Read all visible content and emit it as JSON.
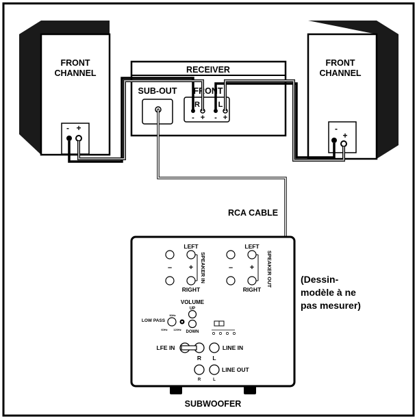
{
  "speakers": {
    "left": {
      "label_line1": "FRONT",
      "label_line2": "CHANNEL",
      "minus": "-",
      "plus": "+"
    },
    "right": {
      "label_line1": "FRONT",
      "label_line2": "CHANNEL",
      "minus": "-",
      "plus": "+"
    }
  },
  "receiver": {
    "title": "RECEIVER",
    "sub_out": "SUB-OUT",
    "front": "FRONT",
    "r": "R",
    "l": "L",
    "minus": "-",
    "plus": "+"
  },
  "cable": {
    "label": "RCA CABLE"
  },
  "subwoofer": {
    "title": "SUBWOOFER",
    "speaker_in": {
      "left": "LEFT",
      "right": "RIGHT",
      "minus": "–",
      "plus": "+",
      "vertical": "SPEAKER IN"
    },
    "speaker_out": {
      "left": "LEFT",
      "right": "RIGHT",
      "minus": "–",
      "plus": "+",
      "vertical": "SPEAKER OUT"
    },
    "volume": {
      "label": "VOLUME",
      "up": "UP",
      "down": "DOWN"
    },
    "low_pass": {
      "label": "LOW PASS",
      "f1": "60Hz",
      "f2": "120Hz",
      "f3": "90Hz"
    },
    "lfe_in": "LFE IN",
    "line_in": "LINE IN",
    "line_out": "LINE OUT",
    "r": "R",
    "l": "L"
  },
  "note": {
    "line1": "(Dessin-",
    "line2": "modèle à ne",
    "line3": "pas mesurer)"
  }
}
